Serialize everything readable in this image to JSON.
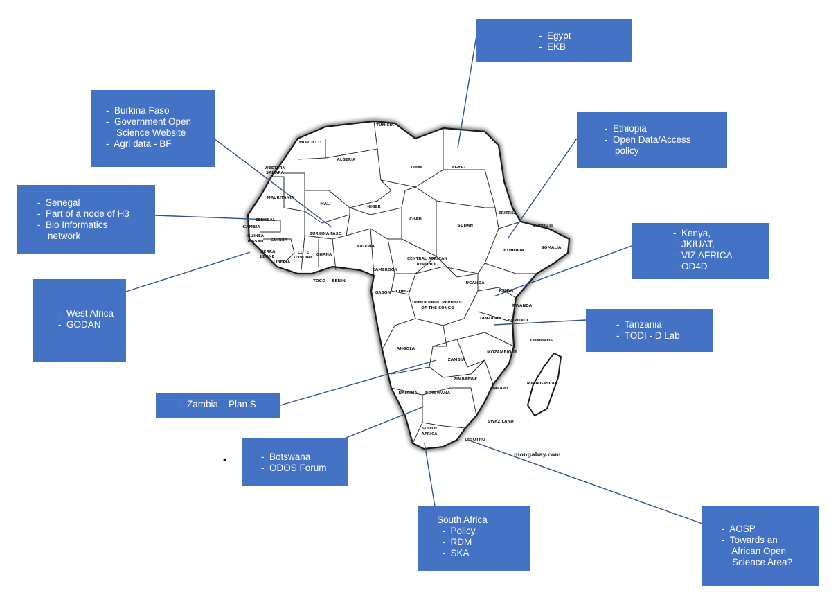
{
  "map": {
    "credit": "mongabay.com",
    "country_labels": [
      {
        "id": "tunisia",
        "text": "TUNISIA"
      },
      {
        "id": "morocco",
        "text": "MOROCCO"
      },
      {
        "id": "algeria",
        "text": "ALGERIA"
      },
      {
        "id": "libya",
        "text": "LIBYA"
      },
      {
        "id": "egypt",
        "text": "EGYPT"
      },
      {
        "id": "western-sahara-1",
        "text": "WESTERN"
      },
      {
        "id": "western-sahara-2",
        "text": "SAHARA"
      },
      {
        "id": "mauritania",
        "text": "MAURITANIA"
      },
      {
        "id": "mali",
        "text": "MALI"
      },
      {
        "id": "niger",
        "text": "NIGER"
      },
      {
        "id": "chad",
        "text": "CHAD"
      },
      {
        "id": "sudan",
        "text": "SUDAN"
      },
      {
        "id": "eritrea",
        "text": "ERITREA"
      },
      {
        "id": "djibouti",
        "text": "DJIBOUTI"
      },
      {
        "id": "ethiopia",
        "text": "ETHIOPIA"
      },
      {
        "id": "somalia",
        "text": "SOMALIA"
      },
      {
        "id": "senegal",
        "text": "SENEGAL"
      },
      {
        "id": "gambia",
        "text": "GAMBIA"
      },
      {
        "id": "guinea-bissau-1",
        "text": "GUINEA"
      },
      {
        "id": "guinea-bissau-2",
        "text": "BISSAU"
      },
      {
        "id": "guinea",
        "text": "GUINEA"
      },
      {
        "id": "sierra-leone-1",
        "text": "SIERRA"
      },
      {
        "id": "sierra-leone-2",
        "text": "LEONE"
      },
      {
        "id": "liberia",
        "text": "LIBERIA"
      },
      {
        "id": "cote-divoire-1",
        "text": "COTE"
      },
      {
        "id": "cote-divoire-2",
        "text": "D'IVOIRE"
      },
      {
        "id": "burkina-faso",
        "text": "BURKINA FASO"
      },
      {
        "id": "ghana",
        "text": "GHANA"
      },
      {
        "id": "togo",
        "text": "TOGO"
      },
      {
        "id": "benin",
        "text": "BENIN"
      },
      {
        "id": "nigeria",
        "text": "NIGERIA"
      },
      {
        "id": "cameroon",
        "text": "CAMEROON"
      },
      {
        "id": "car-1",
        "text": "CENTRAL AFRICAN"
      },
      {
        "id": "car-2",
        "text": "REPUBLIC"
      },
      {
        "id": "gabon",
        "text": "GABON"
      },
      {
        "id": "congo",
        "text": "CONGO"
      },
      {
        "id": "drc-1",
        "text": "DEMOCRATIC REPUBLIC"
      },
      {
        "id": "drc-2",
        "text": "OF THE CONGO"
      },
      {
        "id": "uganda",
        "text": "UGANDA"
      },
      {
        "id": "kenya",
        "text": "KENYA"
      },
      {
        "id": "rwanda",
        "text": "RWANDA"
      },
      {
        "id": "burundi",
        "text": "BURUNDI"
      },
      {
        "id": "tanzania",
        "text": "TANZANIA"
      },
      {
        "id": "comoros",
        "text": "COMOROS"
      },
      {
        "id": "angola",
        "text": "ANGOLA"
      },
      {
        "id": "zambia",
        "text": "ZAMBIA"
      },
      {
        "id": "mozambique",
        "text": "MOZAMBIQUE"
      },
      {
        "id": "malawi",
        "text": "MALAWI"
      },
      {
        "id": "zimbabwe",
        "text": "ZIMBABWE"
      },
      {
        "id": "namibia",
        "text": "NAMIBIA"
      },
      {
        "id": "botswana",
        "text": "BOTSWANA"
      },
      {
        "id": "madagascar",
        "text": "MADAGASCAR"
      },
      {
        "id": "swaziland",
        "text": "SWAZILAND"
      },
      {
        "id": "south-africa-1",
        "text": "SOUTH"
      },
      {
        "id": "south-africa-2",
        "text": "AFRICA"
      },
      {
        "id": "lesotho",
        "text": "LESOTHO"
      }
    ]
  },
  "callouts": {
    "egypt": {
      "lines": [
        "-  Egypt",
        "-  EKB"
      ]
    },
    "burkina": {
      "lines": [
        "-  Burkina Faso",
        "-  Government Open",
        "    Science Website",
        "-  Agri data - BF"
      ]
    },
    "ethiopia": {
      "lines": [
        "-  Ethiopia",
        "-  Open Data/Access",
        "    policy"
      ]
    },
    "senegal": {
      "lines": [
        "-  Senegal",
        "-  Part of a node of H3",
        "-  Bio Informatics",
        "    network"
      ]
    },
    "kenya": {
      "lines": [
        "-  Kenya,",
        "-  JKIUAT,",
        "-  VIZ AFRICA",
        "-  OD4D"
      ]
    },
    "west_africa": {
      "lines": [
        "-  West Africa",
        "-  GODAN"
      ]
    },
    "tanzania": {
      "lines": [
        "-  Tanzania",
        "-  TODI - D Lab"
      ]
    },
    "zambia": {
      "lines": [
        "-  Zambia – Plan S"
      ]
    },
    "botswana": {
      "lines": [
        "-  Botswana",
        "-  ODOS Forum"
      ]
    },
    "south_africa": {
      "lines": [
        "South Africa",
        "  -  Policy,",
        "  -  RDM",
        "  -  SKA"
      ]
    },
    "aosp": {
      "lines": [
        "-  AOSP",
        "-  Towards an",
        "    African Open",
        "    Science Area?"
      ]
    }
  },
  "colors": {
    "box": "#4472c4",
    "connector": "#2f4f8f",
    "box_text": "#ffffff",
    "map_outline": "#1a1a1a"
  },
  "stray_bullet": "•"
}
